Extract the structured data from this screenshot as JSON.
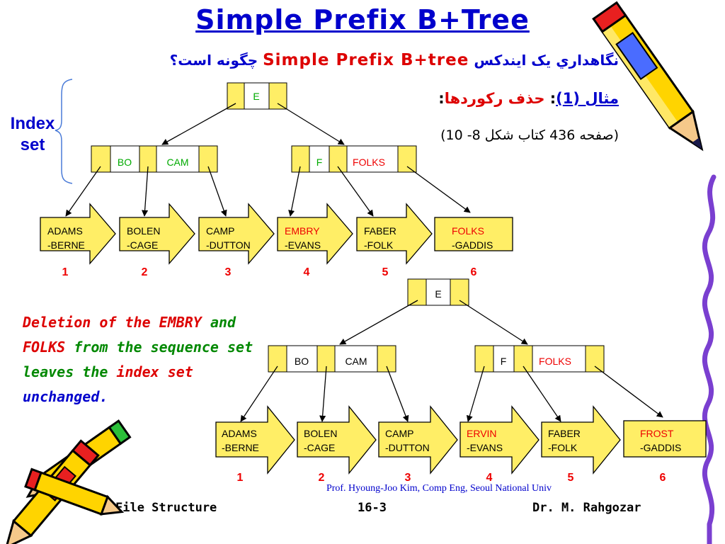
{
  "slide": {
    "title": "Simple Prefix B+Tree",
    "subtitle": {
      "fa_before": "نگاهداري یک ایندکس",
      "en": "Simple Prefix B+tree",
      "fa_after": "چگونه است؟"
    },
    "example": {
      "label": "مثال (1)",
      "colon": ":",
      "topic": "حذف رکوردها",
      "colon_end": ":"
    },
    "reference": "(صفحه 436 کتاب شکل 8- 10)",
    "index_set_label": [
      "Index",
      "set"
    ],
    "note": {
      "p1": "Deletion of the",
      "p2": "EMBRY",
      "p3": "and",
      "p4": "FOLKS",
      "p5": "from the sequence set leaves the",
      "p6": "index set",
      "p7": "unchanged."
    },
    "footer": {
      "credit": "Prof. Hyoung-Joo Kim, Comp Eng, Seoul National Univ",
      "course": "File Structure",
      "page": "16-3",
      "author": "Dr. M. Rahgozar"
    }
  },
  "colors": {
    "node_fill": "#ffee66",
    "key_text": "#00aa00",
    "highlight": "#ee0000",
    "blue": "#0000cc",
    "text": "#000000"
  },
  "tree_before": {
    "root": [
      "E"
    ],
    "index_nodes": [
      [
        "BO",
        "CAM"
      ],
      [
        "F",
        "FOLKS"
      ]
    ],
    "blocks": [
      {
        "line1": "ADAMS",
        "line2": "-BERNE",
        "number": "1",
        "changed": false
      },
      {
        "line1": "BOLEN",
        "line2": "-CAGE",
        "number": "2",
        "changed": false
      },
      {
        "line1": "CAMP",
        "line2": "-DUTTON",
        "number": "3",
        "changed": false
      },
      {
        "line1": "EMBRY",
        "line2": "-EVANS",
        "number": "4",
        "changed": true
      },
      {
        "line1": "FABER",
        "line2": "-FOLK",
        "number": "5",
        "changed": false
      },
      {
        "line1": "FOLKS",
        "line2": "-GADDIS",
        "number": "6",
        "changed": true
      }
    ]
  },
  "tree_after": {
    "root": [
      "E"
    ],
    "index_nodes": [
      [
        "BO",
        "CAM"
      ],
      [
        "F",
        "FOLKS"
      ]
    ],
    "blocks": [
      {
        "line1": "ADAMS",
        "line2": "-BERNE",
        "number": "1",
        "changed": false
      },
      {
        "line1": "BOLEN",
        "line2": "-CAGE",
        "number": "2",
        "changed": false
      },
      {
        "line1": "CAMP",
        "line2": "-DUTTON",
        "number": "3",
        "changed": false
      },
      {
        "line1": "ERVIN",
        "line2": "-EVANS",
        "number": "4",
        "changed": true
      },
      {
        "line1": "FABER",
        "line2": "-FOLK",
        "number": "5",
        "changed": false
      },
      {
        "line1": "FROST",
        "line2": "-GADDIS",
        "number": "6",
        "changed": true
      }
    ]
  }
}
